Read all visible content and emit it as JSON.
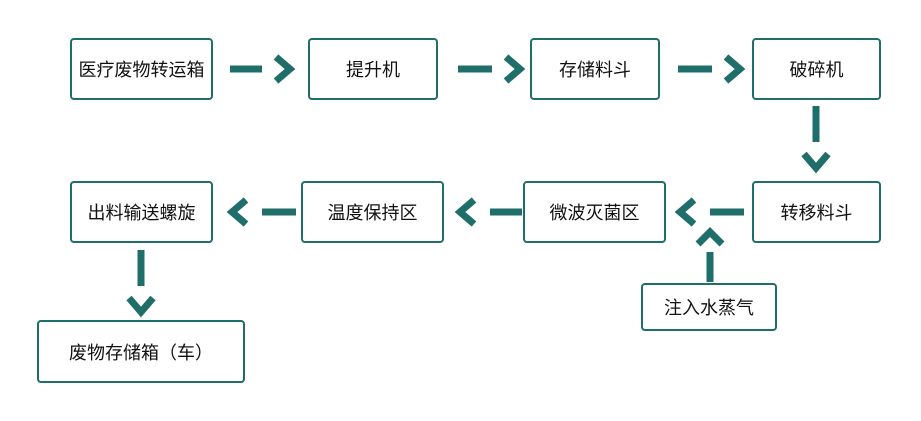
{
  "accent_color": "#1f6e6a",
  "nodes": {
    "transport_box": "医疗废物转运箱",
    "lifter": "提升机",
    "storage_hopper": "存储料斗",
    "crusher": "破碎机",
    "transfer_hopper": "转移料斗",
    "microwave": "微波灭菌区",
    "temp_hold": "温度保持区",
    "discharge_screw": "出料输送螺旋",
    "waste_bin": "废物存储箱（车）",
    "steam": "注入水蒸气"
  }
}
